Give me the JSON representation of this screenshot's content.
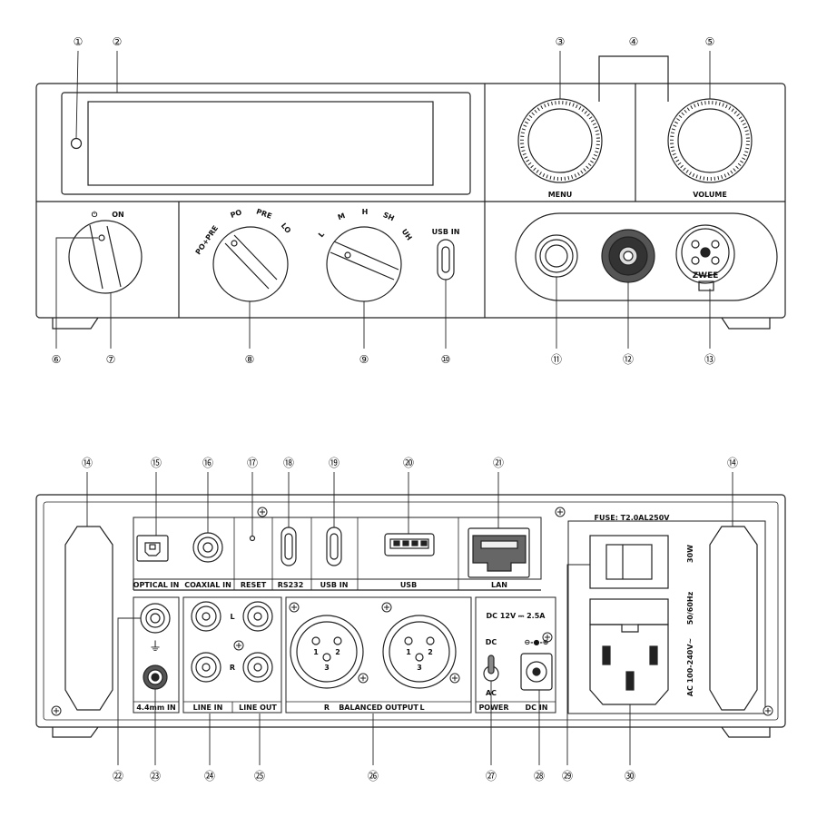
{
  "front": {
    "switch_power_symbol": "⏻",
    "switch_on": "ON",
    "menu": "MENU",
    "volume": "VOLUME",
    "output_po_pre": "PO+PRE",
    "output_po": "PO",
    "output_pre": "PRE",
    "output_lo": "LO",
    "gain_l": "L",
    "gain_m": "M",
    "gain_h": "H",
    "gain_sh": "SH",
    "gain_uh": "UH",
    "usb_in": "USB IN",
    "xlr_brand": "ZWEE"
  },
  "back": {
    "optical_in": "OPTICAL IN",
    "coaxial_in": "COAXIAL IN",
    "reset": "RESET",
    "rs232": "RS232",
    "usb_in": "USB IN",
    "usb": "USB",
    "lan": "LAN",
    "fuse": "FUSE: T2.0AL250V",
    "power_rating": "30W",
    "frequency": "50/60Hz",
    "ac_voltage": "AC 100-240V~",
    "dc_rating": "DC 12V ⎓ 2.5A",
    "dc": "DC",
    "ac": "AC",
    "power": "POWER",
    "dc_in": "DC IN",
    "dc_polarity": "⊖-●-⊕",
    "balanced_r": "R",
    "balanced_output": "BALANCED OUTPUT",
    "balanced_l": "L",
    "line_in": "LINE IN",
    "line_out": "LINE OUT",
    "line_l": "L",
    "line_r": "R",
    "in_4_4mm": "4.4mm IN",
    "ground_symbol": "⏚",
    "pin1": "1",
    "pin2": "2",
    "pin3": "3"
  },
  "callouts": [
    "①",
    "②",
    "③",
    "④",
    "⑤",
    "⑥",
    "⑦",
    "⑧",
    "⑨",
    "⑩",
    "⑪",
    "⑫",
    "⑬",
    "⑭",
    "⑮",
    "⑯",
    "⑰",
    "⑱",
    "⑲",
    "⑳",
    "㉑",
    "㉒",
    "㉓",
    "㉔",
    "㉕",
    "㉖",
    "㉗",
    "㉘",
    "㉙",
    "㉚"
  ]
}
